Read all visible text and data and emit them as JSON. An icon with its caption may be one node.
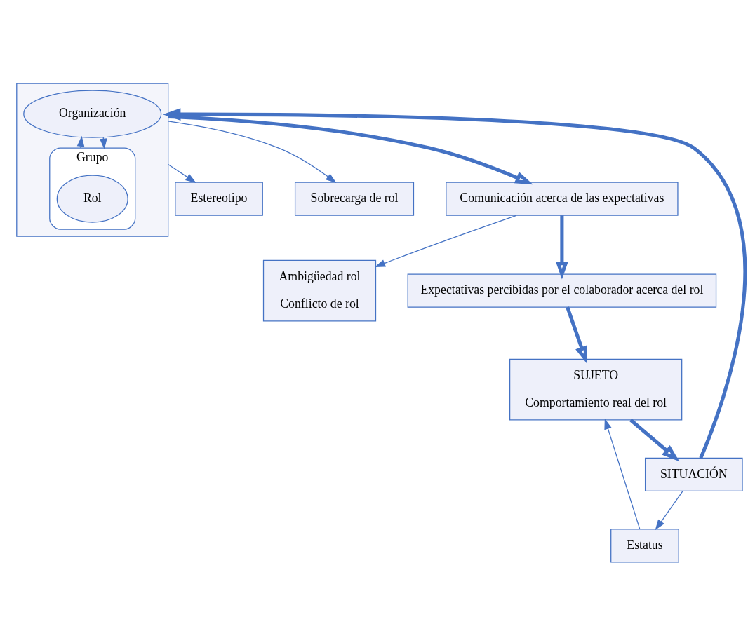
{
  "diagram": {
    "nodes": [
      {
        "text": [],
        "shape": "box"
      },
      {
        "text": [
          "Organización"
        ],
        "in": 0
      },
      {
        "text": [
          "Grupo"
        ],
        "in": 0
      },
      {
        "text": [
          "Rol"
        ],
        "in": 2
      },
      {
        "text": [
          "Estereotipo"
        ]
      },
      {
        "text": [
          "Sobrecarga de rol"
        ]
      },
      {
        "text": [
          "Ambigüedad rol",
          "Conflicto de rol"
        ]
      },
      {
        "text": [
          "Comunicación acerca de las expectativas"
        ]
      },
      {
        "text": [
          "Expectativas percibidas por el colaborador acerca del rol"
        ]
      },
      {
        "text": [
          "SUJETO",
          "Comportamiento real del rol"
        ]
      },
      {
        "text": [
          "Estatus"
        ]
      },
      {
        "text": [
          "SITUACIÓN"
        ]
      }
    ],
    "edges": [
      {
        "from": 1,
        "to": 2,
        "arrow": "to"
      },
      {
        "from": 2,
        "to": 1,
        "arrow": "to"
      },
      {
        "from": 0,
        "to": 4,
        "arrow": "to"
      },
      {
        "from": 0,
        "to": 5,
        "arrow": "to"
      },
      {
        "from": 0,
        "to": 7,
        "arrow": "to",
        "style": "thick"
      },
      {
        "from": 7,
        "to": 8,
        "arrow": "to",
        "style": "thick"
      },
      {
        "from": 7,
        "to": 6,
        "arrow": "to"
      },
      {
        "from": 8,
        "to": 9,
        "arrow": "to",
        "style": "thick"
      },
      {
        "from": 11,
        "to": 10,
        "arrow": "to"
      },
      {
        "from": 10,
        "to": 9,
        "arrow": "to"
      },
      {
        "from": 9,
        "to": 11,
        "arrow": "to",
        "style": "thick"
      },
      {
        "from": 11,
        "to": 0,
        "arrow": "to",
        "style": "thick"
      }
    ]
  }
}
